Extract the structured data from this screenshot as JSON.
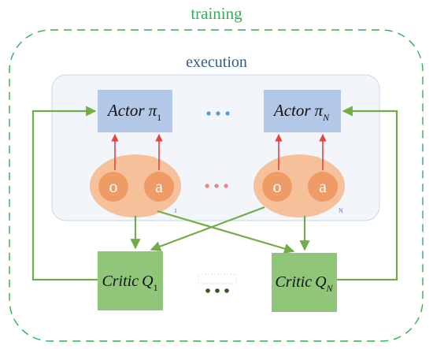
{
  "training_label": "training",
  "execution_label": "execution",
  "actors": [
    {
      "name": "Actor",
      "symbol": "π",
      "subscript": "1"
    },
    {
      "name": "Actor",
      "symbol": "π",
      "subscript": "N"
    }
  ],
  "agents": [
    {
      "obs": "o",
      "act": "a",
      "index": "1"
    },
    {
      "obs": "o",
      "act": "a",
      "index": "N"
    }
  ],
  "critics": [
    {
      "name": "Critic",
      "symbol": "Q",
      "subscript": "1"
    },
    {
      "name": "Critic",
      "symbol": "Q",
      "subscript": "N"
    }
  ],
  "colors": {
    "training": "#2bb155",
    "execution": "#2e5c8a",
    "actor_box": "#b3c7e6",
    "critic_box": "#8fc67a",
    "agent_ellipse": "#f5c09a",
    "obs_circle": "#ef9b66",
    "arrow_green": "#70ad47",
    "arrow_red": "#e8423f",
    "dots_actor": "#5b9bd5",
    "dots_agent": "#f08080",
    "dots_critic": "#375623"
  }
}
